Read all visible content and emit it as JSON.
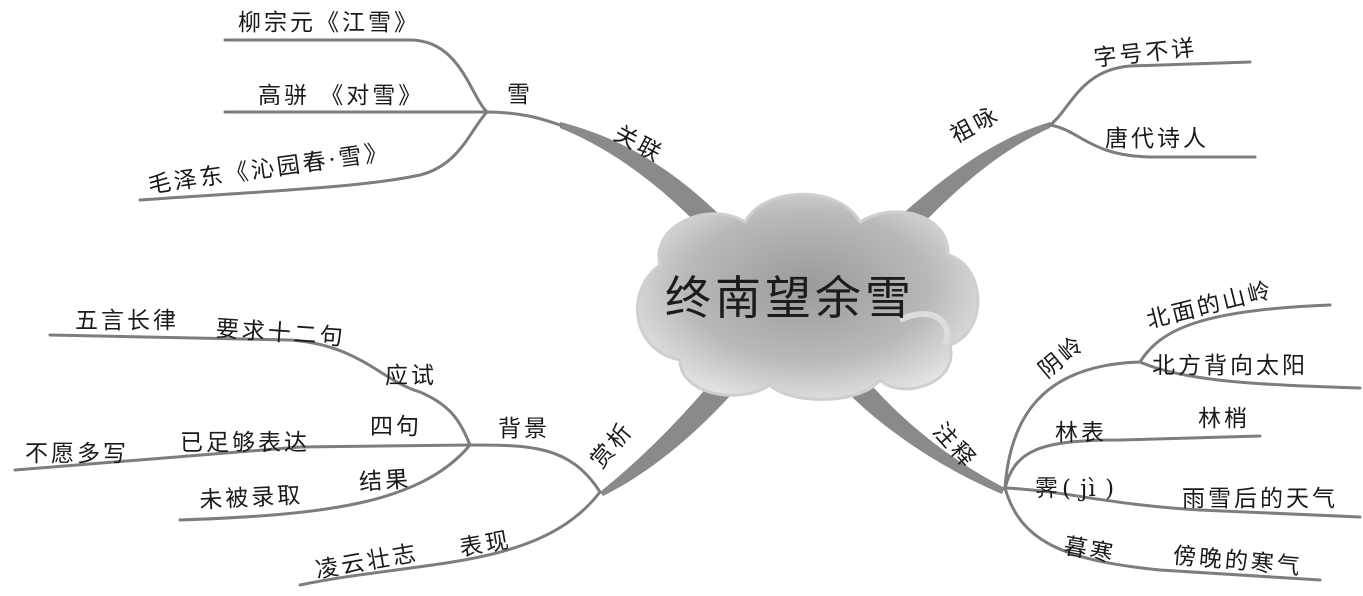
{
  "center": {
    "title": "终南望余雪"
  },
  "branches": {
    "guanlian": {
      "label": "关联",
      "sub": {
        "label": "雪",
        "items": [
          "柳宗元《江雪》",
          "高骈 《对雪》",
          "毛泽东《沁园春·雪》"
        ]
      }
    },
    "zuyong": {
      "label": "祖咏",
      "items": [
        "字号不详",
        "唐代诗人"
      ]
    },
    "shangxi": {
      "label": "赏析",
      "beijing": {
        "label": "背景",
        "yingshi": {
          "label": "应试",
          "note": "要求十二句",
          "prefix": "五言长律"
        },
        "siju": {
          "label": "四句",
          "note": "已足够表达",
          "prefix": "不愿多写"
        },
        "jieguo": {
          "label": "结果",
          "note": "未被录取"
        }
      },
      "biaoxian": {
        "label": "表现",
        "note": "凌云壮志"
      }
    },
    "zhushi": {
      "label": "注释",
      "yinling": {
        "label": "阴岭",
        "items": [
          "北面的山岭",
          "北方背向太阳"
        ]
      },
      "linbiao": {
        "label": "林表",
        "note": "林梢"
      },
      "ji": {
        "label": "霁",
        "pinyin": "( jì )",
        "note": "雨雪后的天气"
      },
      "muhan": {
        "label": "暮寒",
        "note": "傍晚的寒气"
      }
    }
  },
  "colors": {
    "line": "#7d7d7d",
    "cloud": "#bdbdbd",
    "text": "#1a1a1a"
  }
}
